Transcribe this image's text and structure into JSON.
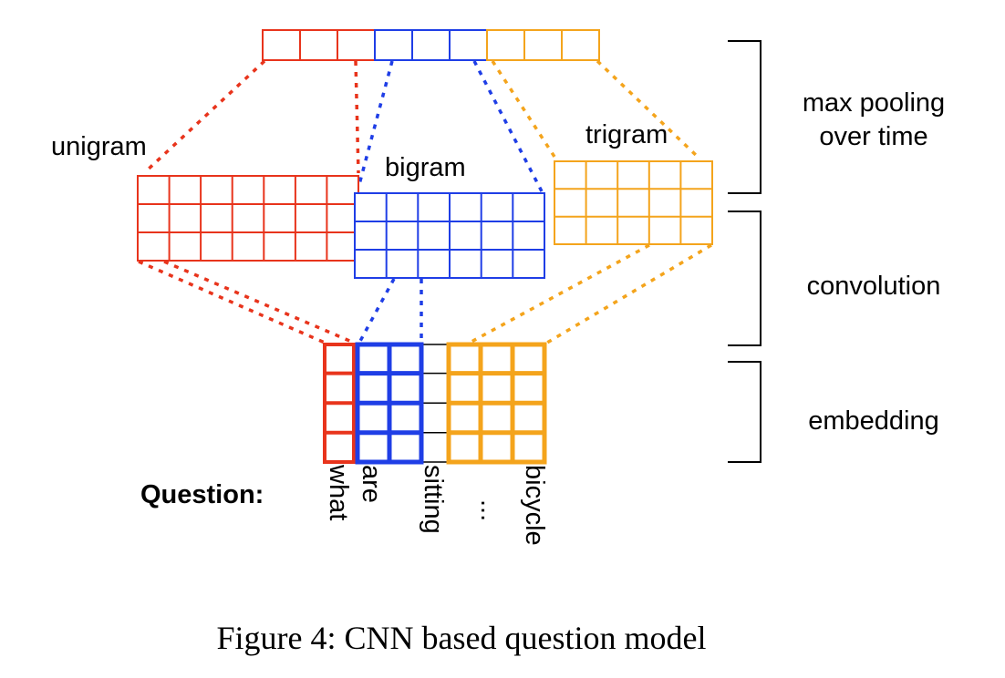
{
  "colors": {
    "unigram": "#e8341c",
    "bigram": "#1f3ee6",
    "trigram": "#f4a41c",
    "neutral": "#000000"
  },
  "labels": {
    "unigram": "unigram",
    "bigram": "bigram",
    "trigram": "trigram"
  },
  "stages": {
    "max_pooling_line1": "max pooling",
    "max_pooling_line2": "over time",
    "convolution": "convolution",
    "embedding": "embedding"
  },
  "question": {
    "label": "Question:",
    "words": [
      "what",
      "are",
      "sitting",
      "...",
      "bicycle"
    ]
  },
  "caption": "Figure 4: CNN based question model"
}
